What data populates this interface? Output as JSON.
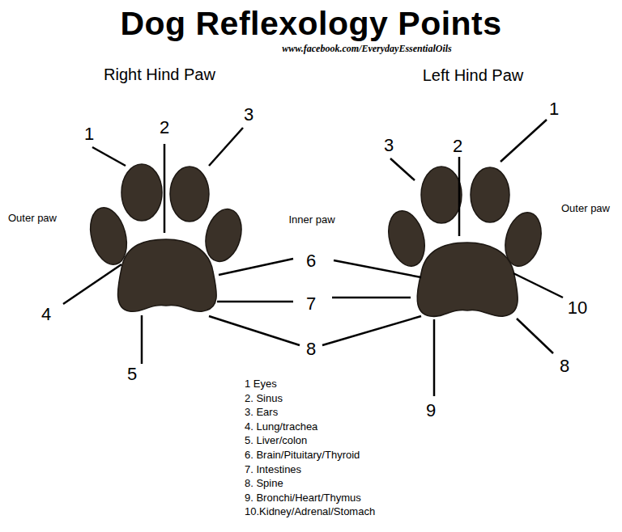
{
  "diagram": {
    "title": "Dog Reflexology Points",
    "labels": [
      "www.facebook.com/EverydayEssentialOils",
      "Right Hind Paw",
      "Left Hind Paw",
      "Outer paw",
      "Inner paw",
      "Outer paw",
      "1",
      "2",
      "3",
      "4",
      "5",
      "6",
      "7",
      "8",
      "3",
      "2",
      "1",
      "10",
      "8",
      "9",
      "1 Eyes",
      "2. Sinus",
      "3. Ears",
      "4. Lung/trachea",
      "5. Liver/colon",
      "6. Brain/Pituitary/Thyroid",
      "7. Intestines",
      "8. Spine",
      "9. Bronchi/Heart/Thymus",
      "10.Kidney/Adrenal/Stomach"
    ]
  }
}
